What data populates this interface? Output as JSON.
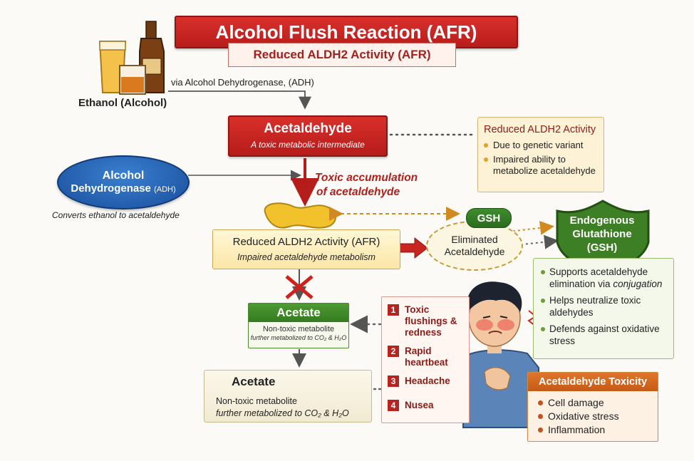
{
  "title": "Alcohol Flush Reaction (AFR)",
  "subtitle": "Reduced ALDH2 Activity (AFR)",
  "ethanol": {
    "label": "Ethanol (Alcohol)",
    "via": "via Alcohol Dehydrogenase, (ADH)"
  },
  "acetaldehyde": {
    "title": "Acetaldehyde",
    "subtitle": "A toxic metabolic intermediate"
  },
  "aldh2_info": {
    "heading": "Reduced ALDH2 Activity",
    "bullets": [
      "Due to genetic variant",
      "Impaired ability to metabolize acetaldehyde"
    ]
  },
  "adh": {
    "line1": "Alcohol",
    "line2": "Dehydrogenase",
    "abbr": "(ADH)",
    "caption": "Converts ethanol to acetaldehyde"
  },
  "toxic_accumulation": {
    "line1": "Toxic accumulation",
    "line2": "of acetaldehyde"
  },
  "aldh2_box": {
    "title": "Reduced ALDH2 Activity (AFR)",
    "subtitle": "Impaired acetaldehyde metabolism"
  },
  "eliminated": {
    "line1": "Eliminated",
    "line2": "Acetaldehyde"
  },
  "gsh_pill": "GSH",
  "glutathione": {
    "line1": "Endogenous",
    "line2": "Glutathione",
    "line3": "(GSH)",
    "bullets": [
      {
        "text": "Supports acetaldehyde elimination via",
        "em": "conjugation"
      },
      {
        "text": "Helps neutralize toxic aldehydes",
        "em": ""
      },
      {
        "text": "Defends against oxidative stress",
        "em": ""
      }
    ]
  },
  "acetate_green": {
    "title": "Acetate",
    "line1": "Non-toxic metabolite",
    "line2": "further metabolized to CO₂ & H₂O"
  },
  "acetate_beige": {
    "title": "Acetate",
    "line1": "Non-toxic metabolite",
    "line2": "further metabolized to CO₂ & H₂O"
  },
  "symptoms": [
    {
      "num": "1",
      "text": "Toxic flushings & redness"
    },
    {
      "num": "2",
      "text": "Rapid heartbeat"
    },
    {
      "num": "3",
      "text": "Headache"
    },
    {
      "num": "4",
      "text": "Nusea"
    }
  ],
  "toxicity": {
    "heading": "Acetaldehyde Toxicity",
    "items": [
      "Cell damage",
      "Oxidative stress",
      "Inflammation"
    ]
  },
  "icons": [
    "beer-glass-icon",
    "whiskey-glass-icon",
    "bottle-icon",
    "enzyme-blob-icon",
    "shield-icon",
    "person-icon",
    "cross-mark-icon"
  ]
}
